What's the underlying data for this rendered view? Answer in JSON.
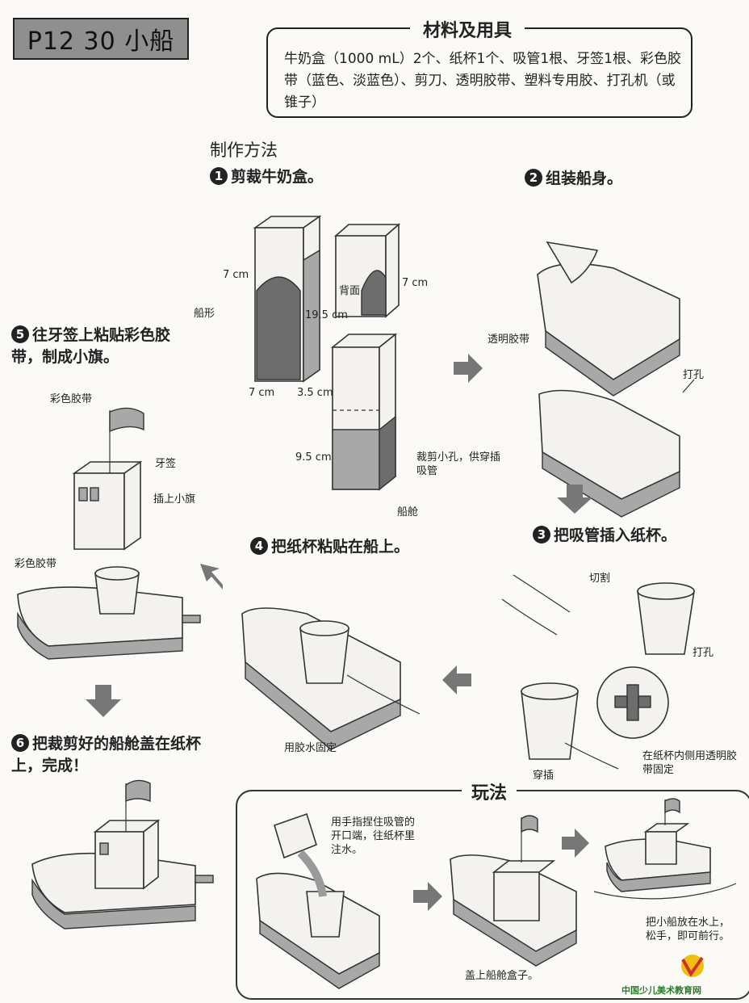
{
  "header": {
    "title": "P12 30 小船"
  },
  "materials": {
    "title": "材料及用具",
    "text": "牛奶盒（1000 mL）2个、纸杯1个、吸管1根、牙签1根、彩色胶带（蓝色、淡蓝色）、剪刀、透明胶带、塑料专用胶、打孔机（或锥子）"
  },
  "method_heading": "制作方法",
  "steps": [
    {
      "num": "1",
      "text": "剪裁牛奶盒。"
    },
    {
      "num": "2",
      "text": "组装船身。"
    },
    {
      "num": "3",
      "text": "把吸管插入纸杯。"
    },
    {
      "num": "4",
      "text": "把纸杯粘贴在船上。"
    },
    {
      "num": "5",
      "text": "往牙签上粘贴彩色胶带，制成小旗。"
    },
    {
      "num": "6",
      "text": "把裁剪好的船舱盖在纸杯上，完成！"
    }
  ],
  "labels": {
    "l7cm_a": "7 cm",
    "back": "背面",
    "l7cm_b": "7 cm",
    "boat_shape": "船形",
    "l195": "19.5 cm",
    "l7cm_c": "7 cm",
    "l35": "3.5 cm",
    "l95": "9.5 cm",
    "small_hole": "裁剪小孔，供穿插吸管",
    "cabin": "船舱",
    "tape_clear": "透明胶带",
    "punch1": "打孔",
    "cut": "切割",
    "punch2": "打孔",
    "tape_inside": "在纸杯内侧用透明胶带固定",
    "insert": "穿插",
    "glue": "用胶水固定",
    "color_tape1": "彩色胶带",
    "toothpick": "牙签",
    "insert_flag": "插上小旗",
    "color_tape2": "彩色胶带"
  },
  "play": {
    "title": "玩法",
    "instr1": "用手指捏住吸管的开口端，往纸杯里注水。",
    "instr2": "盖上船舱盒子。",
    "instr3": "把小船放在水上，松手，即可前行。"
  },
  "watermark": "中国少儿美术教育网"
}
